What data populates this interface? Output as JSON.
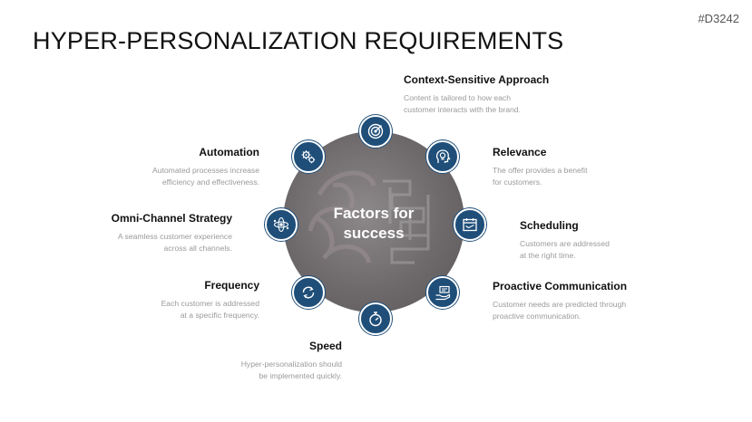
{
  "id_tag": "#D3242",
  "title": "HYPER-PERSONALIZATION REQUIREMENTS",
  "center": {
    "line1": "Factors for",
    "line2": "success"
  },
  "colors": {
    "node": "#1f4e79",
    "hub": "#6e6a6c",
    "desc": "#9a9a9a"
  },
  "factors": [
    {
      "title": "Context-Sensitive Approach",
      "desc1": "Content is tailored to how each",
      "desc2": "customer interacts with the brand.",
      "icon": "target-icon"
    },
    {
      "title": "Relevance",
      "desc1": "The offer provides a benefit",
      "desc2": "for customers.",
      "icon": "lightbulb-head-icon"
    },
    {
      "title": "Scheduling",
      "desc1": "Customers are addressed",
      "desc2": "at the right time.",
      "icon": "calendar-icon"
    },
    {
      "title": "Proactive Communication",
      "desc1": "Customer needs are predicted through",
      "desc2": "proactive communication.",
      "icon": "hand-message-icon"
    },
    {
      "title": "Speed",
      "desc1": "Hyper-personalization should",
      "desc2": "be implemented quickly.",
      "icon": "stopwatch-icon"
    },
    {
      "title": "Frequency",
      "desc1": "Each customer is addressed",
      "desc2": "at a specific frequency.",
      "icon": "cycle-arrows-icon"
    },
    {
      "title": "Omni-Channel Strategy",
      "desc1": "A seamless customer experience",
      "desc2": "across all channels.",
      "icon": "channels-network-icon"
    },
    {
      "title": "Automation",
      "desc1": "Automated processes increase",
      "desc2": "efficiency and effectiveness.",
      "icon": "gears-icon"
    }
  ]
}
